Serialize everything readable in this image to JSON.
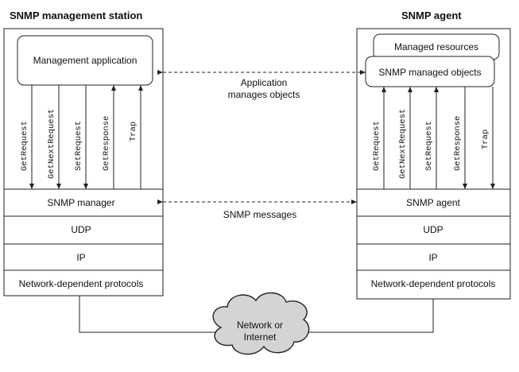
{
  "station": {
    "title": "SNMP management station",
    "app": "Management application",
    "calls": [
      "GetRequest",
      "GetNextRequest",
      "SetRequest",
      "GetResponse",
      "Trap"
    ],
    "layers": [
      "SNMP manager",
      "UDP",
      "IP",
      "Network-dependent protocols"
    ]
  },
  "agent": {
    "title": "SNMP agent",
    "resources": "Managed resources",
    "objects": "SNMP managed objects",
    "calls": [
      "GetRequest",
      "GetNextRequest",
      "SetRequest",
      "GetResponse",
      "Trap"
    ],
    "layers": [
      "SNMP agent",
      "UDP",
      "IP",
      "Network-dependent protocols"
    ]
  },
  "links": {
    "app_line1": "Application",
    "app_line2": "manages objects",
    "messages": "SNMP messages"
  },
  "network": {
    "line1": "Network or",
    "line2": "Internet"
  }
}
